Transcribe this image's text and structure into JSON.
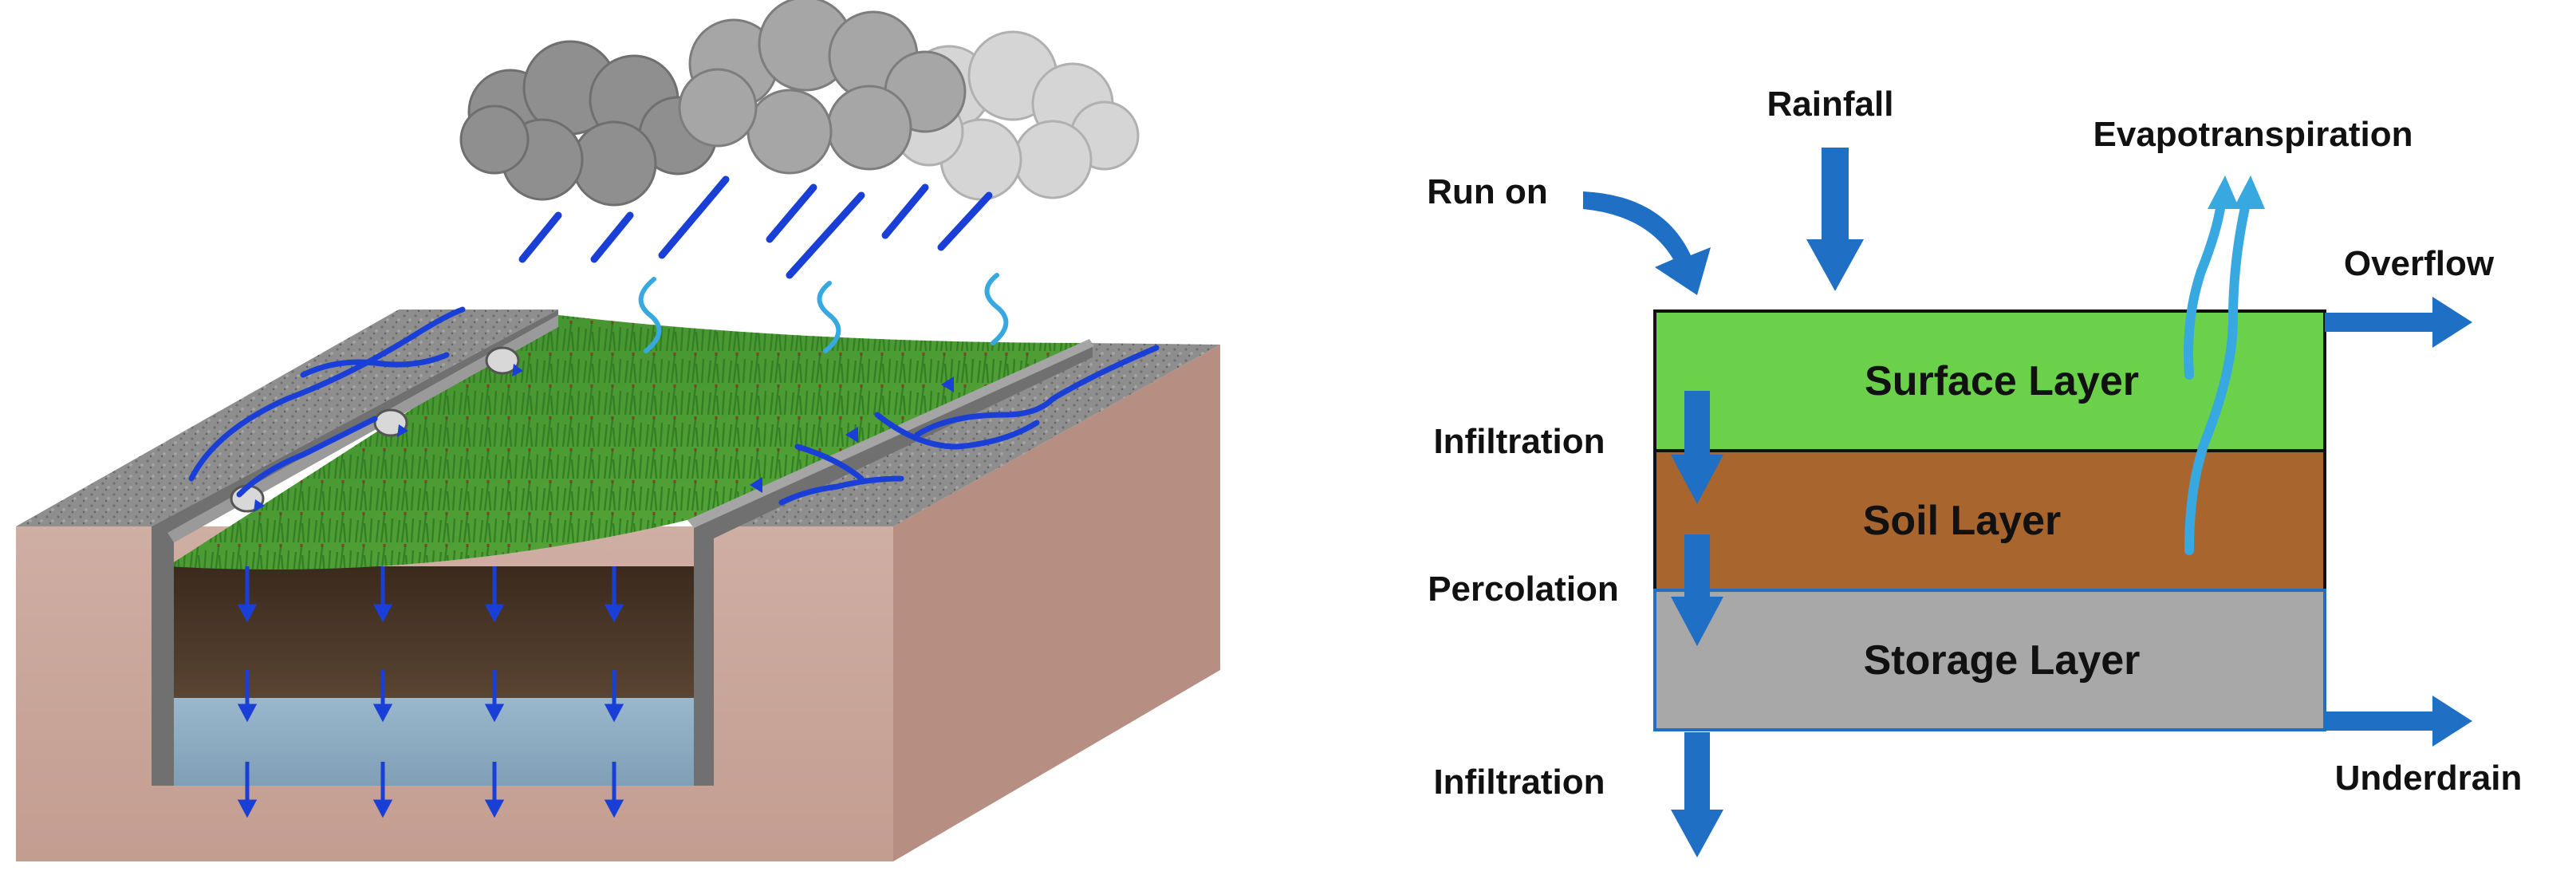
{
  "colors": {
    "flow_arrow": "#1f6fc5",
    "evap_arrow": "#37a8e0",
    "surface_layer": "#6bd14a",
    "soil_layer": "#a9652e",
    "storage_layer": "#a8a8a8",
    "rain": "#1a3fd6",
    "ground": "#c9a79c"
  },
  "icons": [
    "cloud-icon",
    "rain-streak-icon",
    "vapor-squiggle-icon",
    "flow-arrow-icon"
  ],
  "labels": {
    "rainfall": "Rainfall",
    "evapotranspiration": "Evapotranspiration",
    "run_on": "Run on",
    "overflow": "Overflow",
    "infiltration_top": "Infiltration",
    "percolation": "Percolation",
    "infiltration_bottom": "Infiltration",
    "underdrain": "Underdrain"
  },
  "layers": {
    "surface": "Surface Layer",
    "soil": "Soil Layer",
    "storage": "Storage Layer"
  }
}
